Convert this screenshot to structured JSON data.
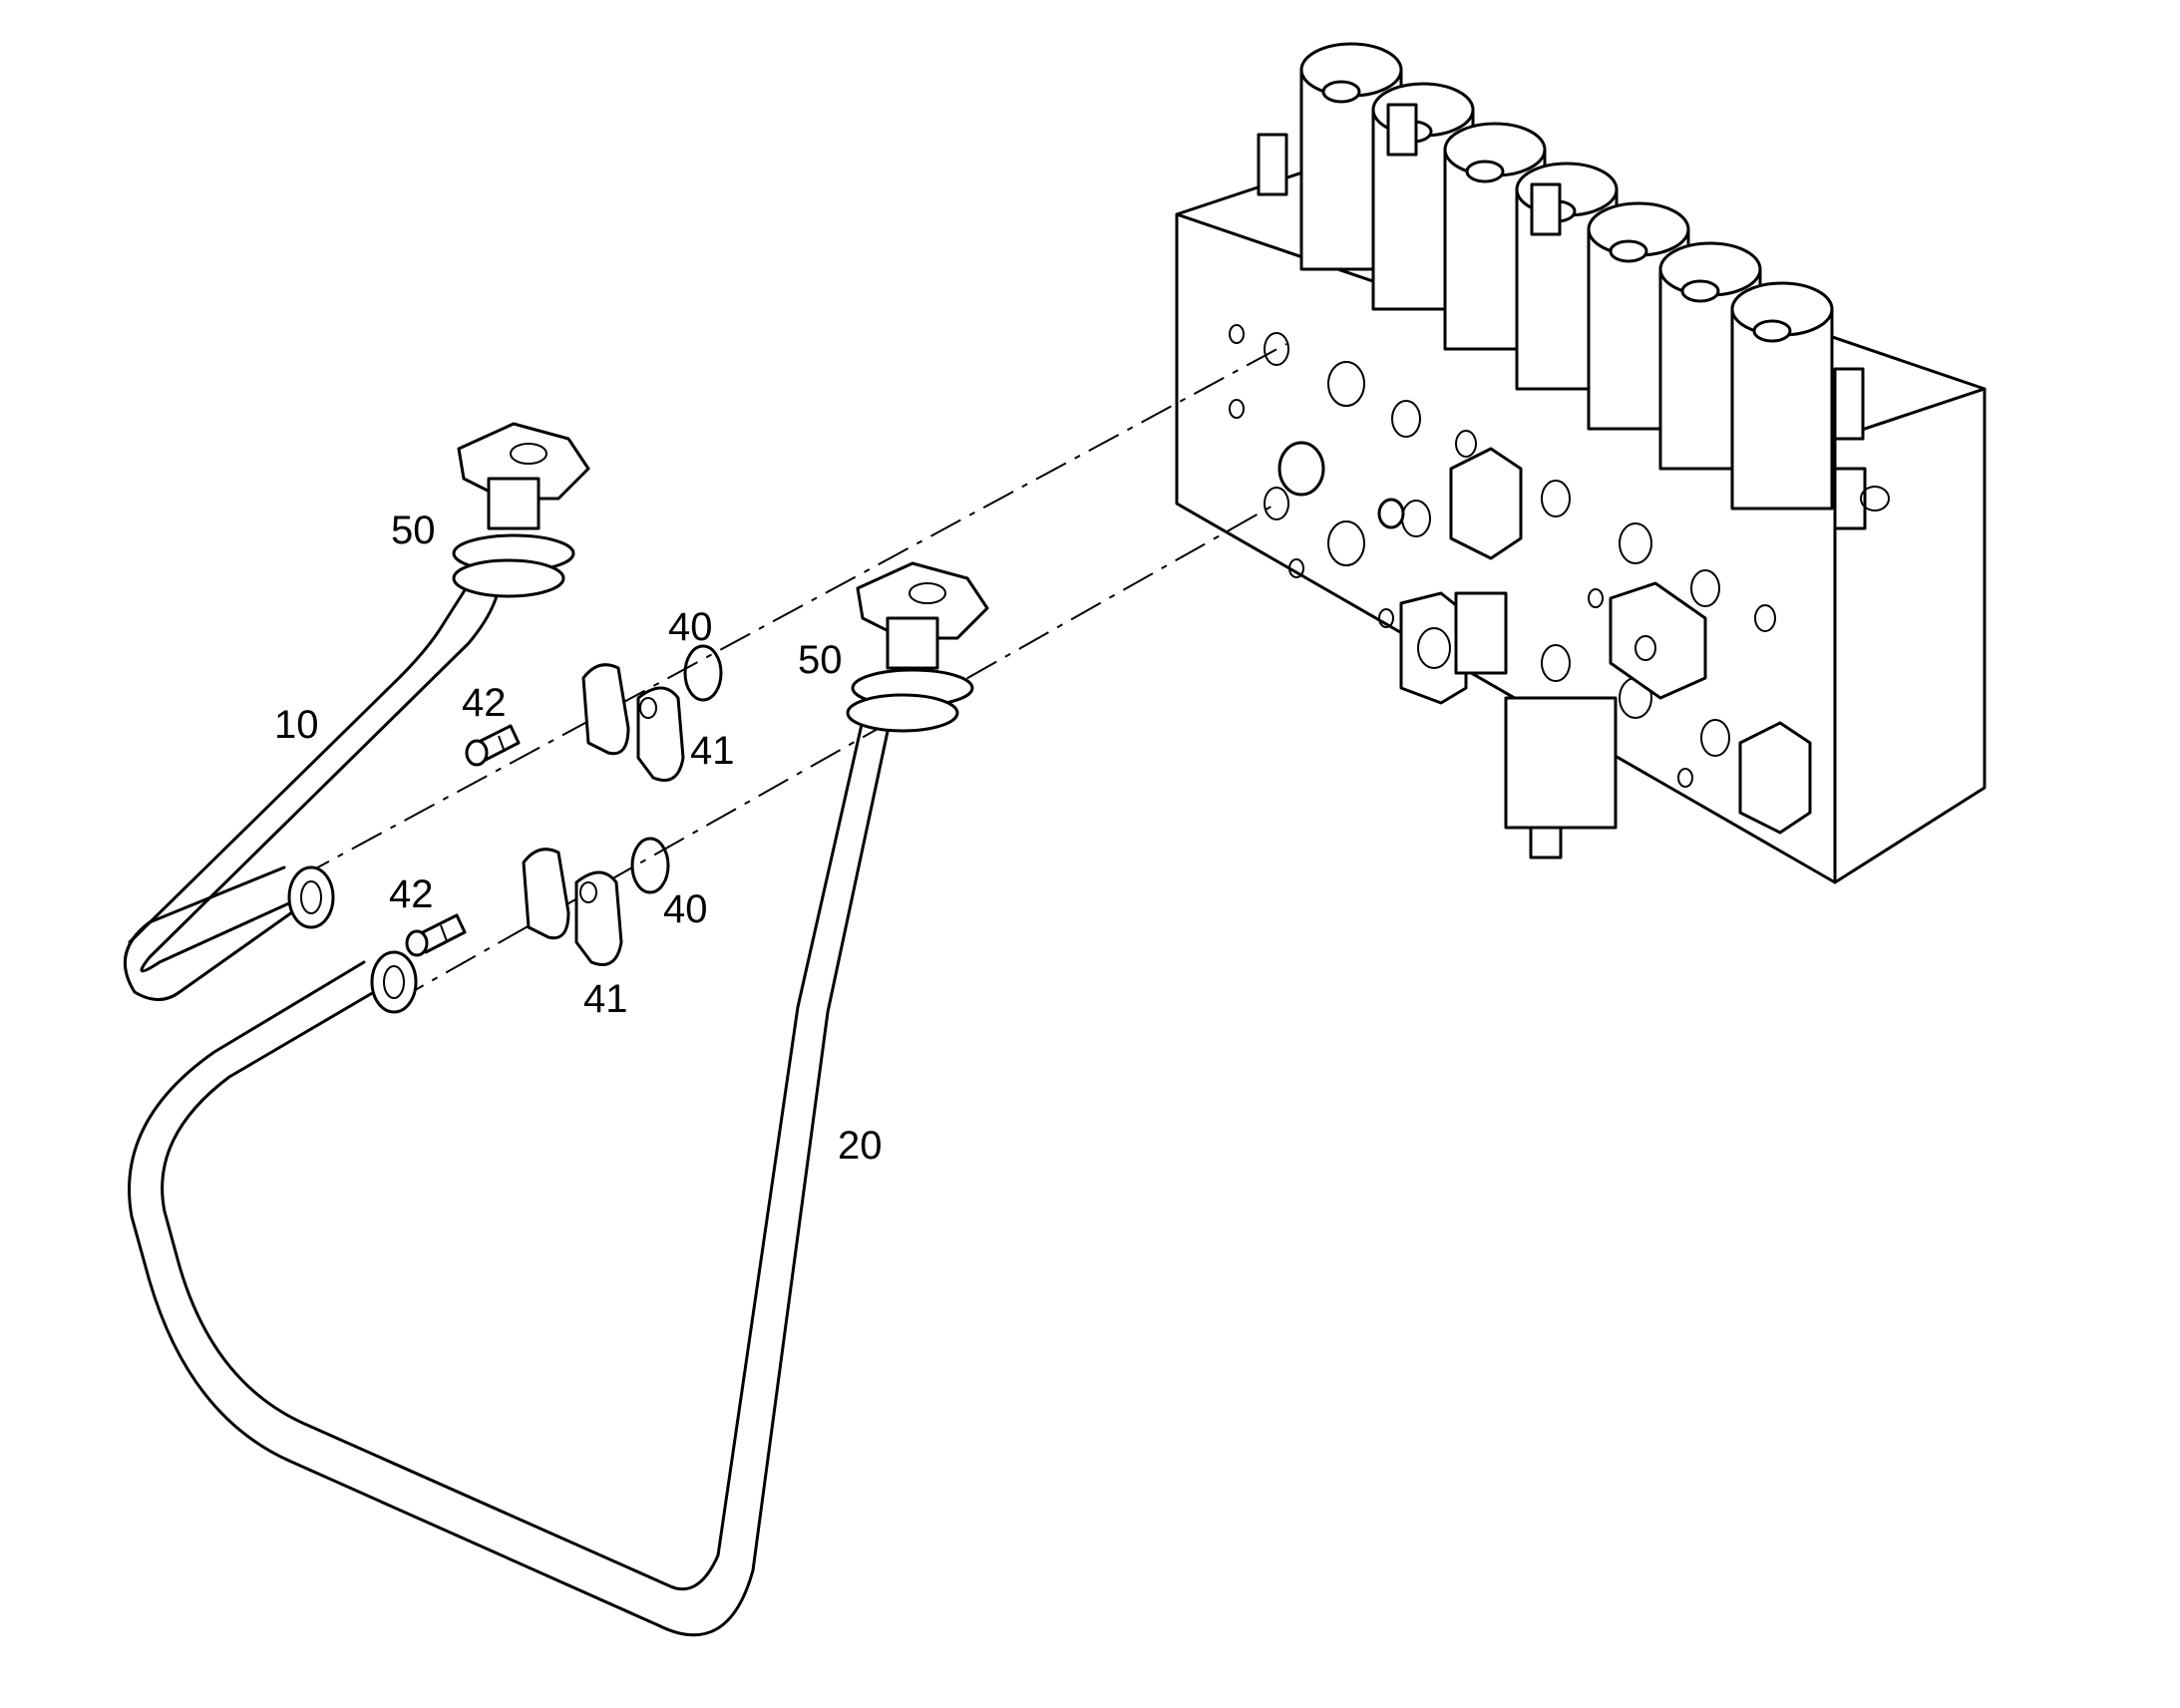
{
  "callouts": {
    "c10": "10",
    "c20": "20",
    "c50a": "50",
    "c50b": "50",
    "c40a": "40",
    "c40b": "40",
    "c41a": "41",
    "c41b": "41",
    "c42a": "42",
    "c42b": "42"
  },
  "colors": {
    "line": "#000000",
    "background": "#ffffff"
  }
}
